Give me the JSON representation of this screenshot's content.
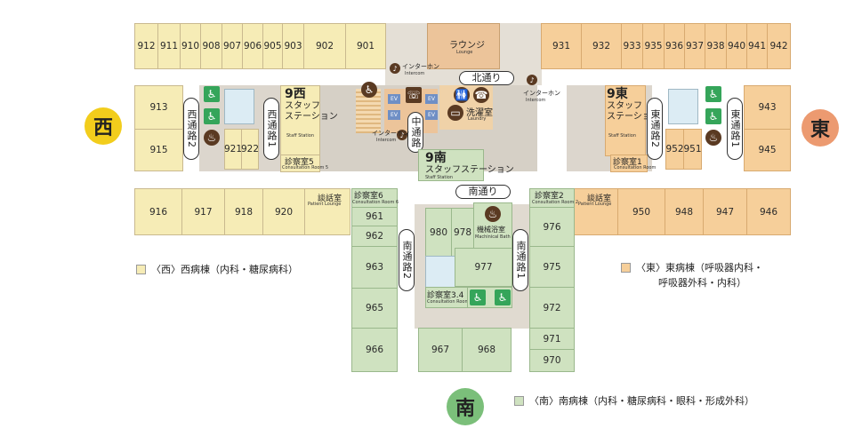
{
  "directions": {
    "west": "西",
    "east": "東",
    "south": "南"
  },
  "west_rooms": {
    "top": [
      "912",
      "911",
      "910",
      "908",
      "907",
      "906",
      "905",
      "903",
      "902",
      "901"
    ],
    "mid_left_top": "913",
    "mid_left_bottom": "915",
    "small": [
      "921",
      "922"
    ],
    "bottom": [
      "916",
      "917",
      "918",
      "920"
    ]
  },
  "east_rooms": {
    "top": [
      "931",
      "932",
      "933",
      "935",
      "936",
      "937",
      "938",
      "940",
      "941",
      "942"
    ],
    "right_top": "943",
    "right_bottom": "945",
    "small": [
      "952",
      "951"
    ],
    "bottom": [
      "950",
      "948",
      "947",
      "946"
    ]
  },
  "south_rooms": {
    "left_column": [
      "961",
      "962",
      "963",
      "965",
      "966"
    ],
    "right_column": [
      "976",
      "975",
      "972",
      "971",
      "970"
    ],
    "inner_top": [
      "980",
      "978"
    ],
    "inner_mid": "977",
    "bottom": [
      "967",
      "968"
    ]
  },
  "lounge": {
    "name": "ラウンジ",
    "sub": "Lounge"
  },
  "corridors": {
    "north": "北通り",
    "south": "南通り",
    "center": "中通路",
    "west1": "西通路1",
    "west2": "西通路2",
    "east1": "東通路1",
    "east2": "東通路2",
    "south1": "南通路1",
    "south2": "南通路2"
  },
  "stations": {
    "west": {
      "title": "9西",
      "line1": "スタッフ",
      "line2": "ステーション",
      "sub": "Staff Station"
    },
    "east": {
      "title": "9東",
      "line1": "スタッフ",
      "line2": "ステーション",
      "sub": "Staff Station"
    },
    "south": {
      "title": "9南",
      "line1": "スタッフステーション",
      "sub": "Staff Station"
    }
  },
  "consultation": {
    "r5": {
      "name": "診察室5",
      "sub": "Consultation Room 5"
    },
    "r1": {
      "name": "診察室1",
      "sub": "Consultation Room"
    },
    "r6": {
      "name": "診察室6",
      "sub": "Consultation Room 6"
    },
    "r2": {
      "name": "診察室2",
      "sub": "Consultation Room 2"
    },
    "r34": {
      "name": "診察室3.4",
      "sub": "Consultation Room 3.4"
    }
  },
  "talk_rooms": {
    "west": {
      "name": "談話室",
      "sub": "Patient Lounge"
    },
    "east": {
      "name": "談話室",
      "sub": "Patient Lounge"
    }
  },
  "intercom": {
    "label": "インターホン",
    "sub": "Intercom"
  },
  "laundry": {
    "name": "洗濯室",
    "sub": "Laundry"
  },
  "machine_bath": {
    "name": "機械浴室",
    "sub": "Machinical Bath"
  },
  "ev_label": "EV",
  "legend": {
    "west": "〈西〉西病棟（内科・糖尿病科）",
    "east_line1": "〈東〉東病棟（呼吸器内科・",
    "east_line2": "呼吸器外科・内科）",
    "south": "〈南〉南病棟（内科・糖尿病科・眼科・形成外科）"
  },
  "colors": {
    "west": "#f6ecb6",
    "east": "#f6cf9a",
    "south": "#cfe2c0",
    "west_circle": "#f2cd1c",
    "east_circle": "#ec9a70",
    "south_circle": "#7bbf7a"
  }
}
